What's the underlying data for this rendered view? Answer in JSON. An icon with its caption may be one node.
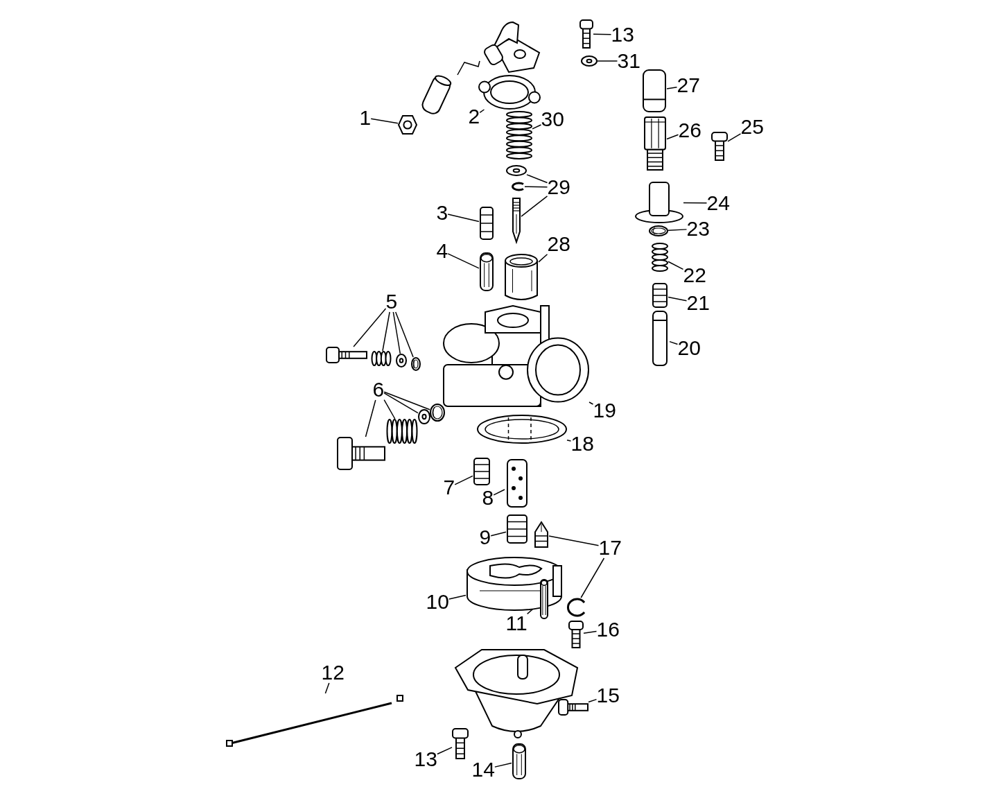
{
  "diagram": {
    "nodes": [
      {
        "text": [
          "1"
        ]
      },
      {
        "text": [],
        "shape": "picture"
      },
      {
        "text": [
          "2"
        ]
      },
      {
        "text": [],
        "shape": "picture"
      },
      {
        "text": [
          "30"
        ]
      },
      {
        "text": [],
        "shape": "picture"
      },
      {
        "text": [
          "29"
        ]
      },
      {
        "text": [],
        "shape": "picture"
      },
      {
        "text": [],
        "shape": "picture"
      },
      {
        "text": [],
        "shape": "picture"
      },
      {
        "text": [
          "3"
        ]
      },
      {
        "text": [],
        "shape": "picture"
      },
      {
        "text": [
          "4"
        ]
      },
      {
        "text": [],
        "shape": "picture"
      },
      {
        "text": [
          "28"
        ]
      },
      {
        "text": [],
        "shape": "picture"
      },
      {
        "text": [
          "13"
        ]
      },
      {
        "text": [],
        "shape": "picture"
      },
      {
        "text": [
          "31"
        ]
      },
      {
        "text": [],
        "shape": "picture"
      },
      {
        "text": [
          "27"
        ]
      },
      {
        "text": [],
        "shape": "picture"
      },
      {
        "text": [
          "26"
        ]
      },
      {
        "text": [],
        "shape": "picture"
      },
      {
        "text": [
          "25"
        ]
      },
      {
        "text": [],
        "shape": "picture"
      },
      {
        "text": [
          "24"
        ]
      },
      {
        "text": [],
        "shape": "picture"
      },
      {
        "text": [
          "23"
        ]
      },
      {
        "text": [],
        "shape": "picture"
      },
      {
        "text": [
          "22"
        ]
      },
      {
        "text": [],
        "shape": "picture"
      },
      {
        "text": [
          "21"
        ]
      },
      {
        "text": [],
        "shape": "picture"
      },
      {
        "text": [
          "20"
        ]
      },
      {
        "text": [],
        "shape": "picture"
      },
      {
        "text": [
          "5"
        ]
      },
      {
        "text": [],
        "shape": "picture"
      },
      {
        "text": [],
        "shape": "picture"
      },
      {
        "text": [],
        "shape": "picture"
      },
      {
        "text": [],
        "shape": "picture"
      },
      {
        "text": [
          "6"
        ]
      },
      {
        "text": [],
        "shape": "picture"
      },
      {
        "text": [],
        "shape": "picture"
      },
      {
        "text": [],
        "shape": "picture"
      },
      {
        "text": [],
        "shape": "picture"
      },
      {
        "text": [
          "19"
        ]
      },
      {
        "text": [],
        "shape": "picture"
      },
      {
        "text": [
          "18"
        ]
      },
      {
        "text": [],
        "shape": "picture"
      },
      {
        "text": [
          "7"
        ]
      },
      {
        "text": [],
        "shape": "picture"
      },
      {
        "text": [
          "8"
        ]
      },
      {
        "text": [],
        "shape": "picture"
      },
      {
        "text": [
          "9"
        ]
      },
      {
        "text": [],
        "shape": "picture"
      },
      {
        "text": [
          "17"
        ]
      },
      {
        "text": [],
        "shape": "picture"
      },
      {
        "text": [],
        "shape": "picture"
      },
      {
        "text": [
          "10"
        ]
      },
      {
        "text": [],
        "shape": "picture"
      },
      {
        "text": [
          "11"
        ]
      },
      {
        "text": [],
        "shape": "picture"
      },
      {
        "text": [
          "16"
        ]
      },
      {
        "text": [],
        "shape": "picture"
      },
      {
        "text": [
          "12"
        ]
      },
      {
        "text": [],
        "shape": "picture"
      },
      {
        "text": [
          "15"
        ]
      },
      {
        "text": [],
        "shape": "picture"
      },
      {
        "text": [
          "13"
        ]
      },
      {
        "text": [],
        "shape": "picture"
      },
      {
        "text": [
          "14"
        ]
      },
      {
        "text": [],
        "shape": "picture"
      }
    ],
    "edges": [
      {
        "from": 0,
        "to": 1,
        "arrow": "none"
      },
      {
        "from": 2,
        "to": 3,
        "arrow": "none"
      },
      {
        "from": 4,
        "to": 5,
        "arrow": "none"
      },
      {
        "from": 6,
        "to": 7,
        "arrow": "none"
      },
      {
        "from": 6,
        "to": 8,
        "arrow": "none"
      },
      {
        "from": 6,
        "to": 9,
        "arrow": "none"
      },
      {
        "from": 10,
        "to": 11,
        "arrow": "none"
      },
      {
        "from": 12,
        "to": 13,
        "arrow": "none"
      },
      {
        "from": 14,
        "to": 15,
        "arrow": "none"
      },
      {
        "from": 16,
        "to": 17,
        "arrow": "none"
      },
      {
        "from": 18,
        "to": 19,
        "arrow": "none"
      },
      {
        "from": 20,
        "to": 21,
        "arrow": "none"
      },
      {
        "from": 22,
        "to": 23,
        "arrow": "none"
      },
      {
        "from": 24,
        "to": 25,
        "arrow": "none"
      },
      {
        "from": 26,
        "to": 27,
        "arrow": "none"
      },
      {
        "from": 28,
        "to": 29,
        "arrow": "none"
      },
      {
        "from": 30,
        "to": 31,
        "arrow": "none"
      },
      {
        "from": 32,
        "to": 33,
        "arrow": "none"
      },
      {
        "from": 34,
        "to": 35,
        "arrow": "none"
      },
      {
        "from": 36,
        "to": 37,
        "arrow": "none"
      },
      {
        "from": 36,
        "to": 38,
        "arrow": "none"
      },
      {
        "from": 36,
        "to": 39,
        "arrow": "none"
      },
      {
        "from": 36,
        "to": 40,
        "arrow": "none"
      },
      {
        "from": 41,
        "to": 42,
        "arrow": "none"
      },
      {
        "from": 41,
        "to": 43,
        "arrow": "none"
      },
      {
        "from": 41,
        "to": 44,
        "arrow": "none"
      },
      {
        "from": 41,
        "to": 45,
        "arrow": "none"
      },
      {
        "from": 46,
        "to": 47,
        "arrow": "none"
      },
      {
        "from": 48,
        "to": 49,
        "arrow": "none"
      },
      {
        "from": 50,
        "to": 51,
        "arrow": "none"
      },
      {
        "from": 52,
        "to": 53,
        "arrow": "none"
      },
      {
        "from": 54,
        "to": 55,
        "arrow": "none"
      },
      {
        "from": 56,
        "to": 57,
        "arrow": "none"
      },
      {
        "from": 56,
        "to": 58,
        "arrow": "none"
      },
      {
        "from": 59,
        "to": 60,
        "arrow": "none"
      },
      {
        "from": 61,
        "to": 62,
        "arrow": "none"
      },
      {
        "from": 63,
        "to": 64,
        "arrow": "none"
      },
      {
        "from": 65,
        "to": 66,
        "arrow": "none"
      },
      {
        "from": 67,
        "to": 68,
        "arrow": "none"
      },
      {
        "from": 69,
        "to": 70,
        "arrow": "none"
      },
      {
        "from": 71,
        "to": 72,
        "arrow": "none"
      }
    ]
  }
}
